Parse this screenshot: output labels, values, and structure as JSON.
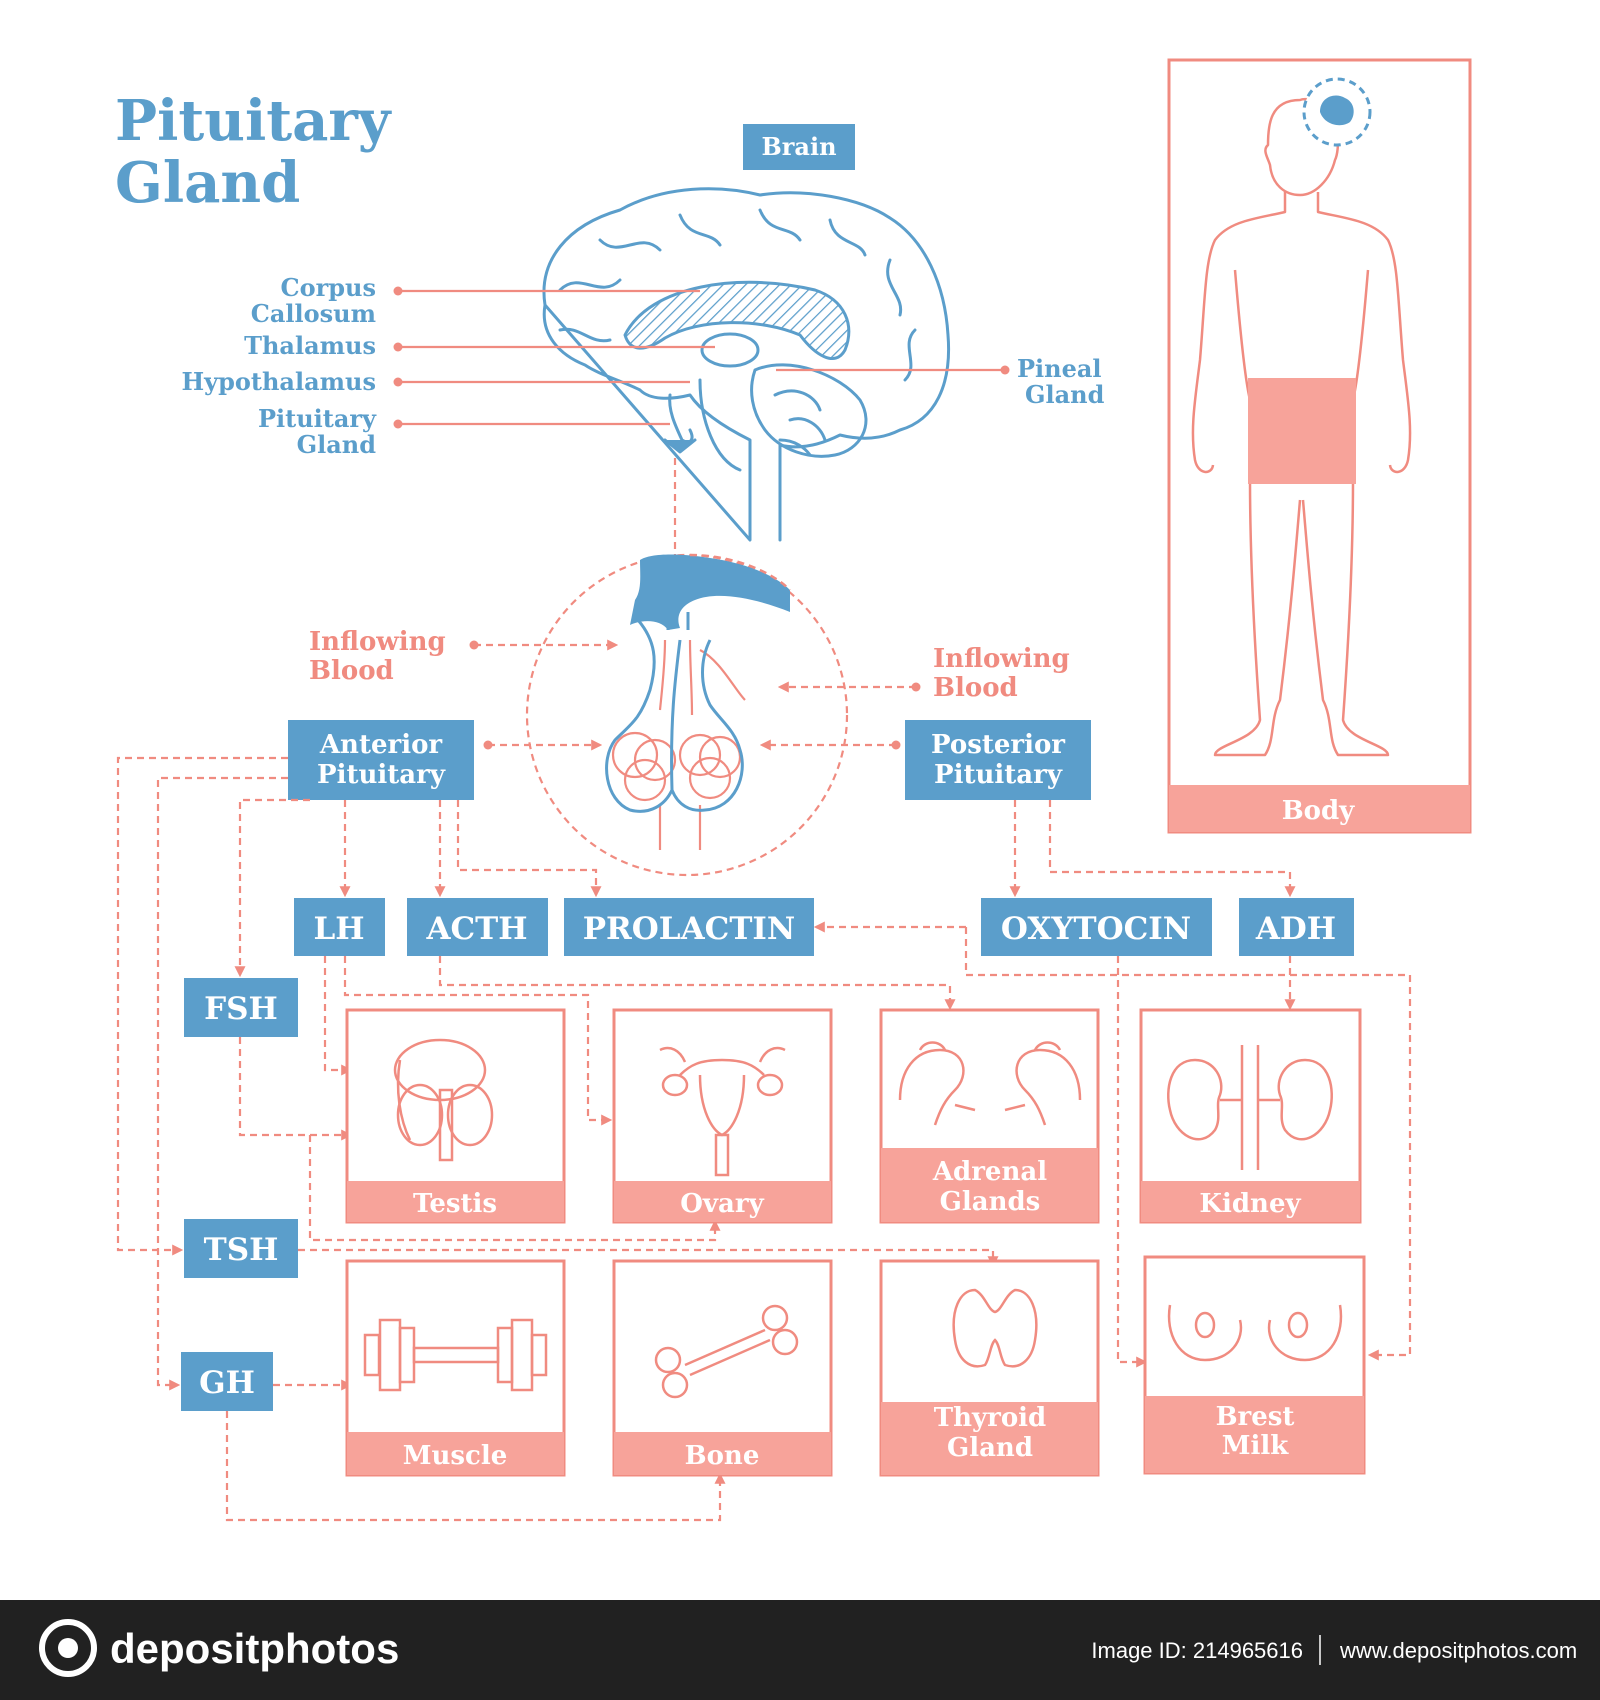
{
  "title": {
    "line1": "Pituitary",
    "line2": "Gland"
  },
  "brain": {
    "label": "Brain",
    "parts": {
      "corpus_line1": "Corpus",
      "corpus_line2": "Callosum",
      "thalamus": "Thalamus",
      "hypothalamus": "Hypothalamus",
      "pituitary_line1": "Pituitary",
      "pituitary_line2": "Gland",
      "pineal_line1": "Pineal",
      "pineal_line2": "Gland"
    }
  },
  "blood": {
    "left_line1": "Inflowing",
    "left_line2": "Blood",
    "right_line1": "Inflowing",
    "right_line2": "Blood"
  },
  "lobes": {
    "anterior_line1": "Anterior",
    "anterior_line2": "Pituitary",
    "posterior_line1": "Posterior",
    "posterior_line2": "Pituitary"
  },
  "hormones": {
    "lh": "LH",
    "acth": "ACTH",
    "prolactin": "PROLACTIN",
    "oxytocin": "OXYTOCIN",
    "adh": "ADH",
    "fsh": "FSH",
    "tsh": "TSH",
    "gh": "GH"
  },
  "targets": {
    "testis": "Testis",
    "ovary": "Ovary",
    "adrenal_line1": "Adrenal",
    "adrenal_line2": "Glands",
    "kidney": "Kidney",
    "muscle": "Muscle",
    "bone": "Bone",
    "thyroid_line1": "Thyroid",
    "thyroid_line2": "Gland",
    "milk_line1": "Brest",
    "milk_line2": "Milk"
  },
  "body": {
    "label": "Body"
  },
  "footer": {
    "brand": "depositphotos",
    "image_id": "Image ID: 214965616",
    "url": "www.depositphotos.com"
  },
  "colors": {
    "blue": "#5b9ecb",
    "salmon": "#f08b80",
    "footer_bg": "#212121"
  }
}
